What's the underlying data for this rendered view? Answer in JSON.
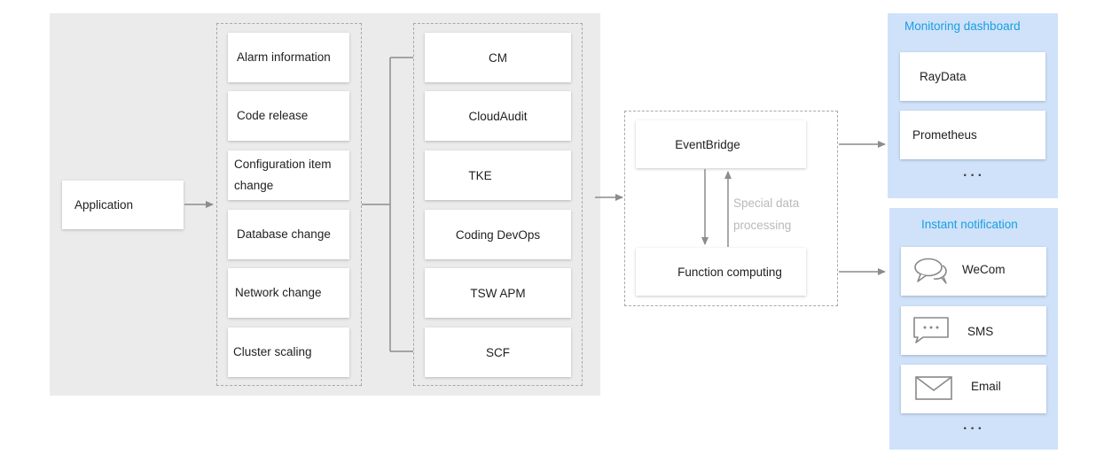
{
  "application": {
    "label": "Application"
  },
  "event_types": [
    {
      "label": "Alarm information"
    },
    {
      "label": "Code release"
    },
    {
      "label": "Configuration item change"
    },
    {
      "label": "Database change"
    },
    {
      "label": "Network change"
    },
    {
      "label": "Cluster scaling"
    }
  ],
  "sources": [
    {
      "label": "CM"
    },
    {
      "label": "CloudAudit"
    },
    {
      "label": "TKE"
    },
    {
      "label": "Coding DevOps"
    },
    {
      "label": "TSW APM"
    },
    {
      "label": "SCF"
    }
  ],
  "processing": {
    "eventbridge": "EventBridge",
    "function_computing": "Function computing",
    "special_note": "Special data processing"
  },
  "monitoring": {
    "title": "Monitoring dashboard",
    "items": [
      {
        "label": "RayData"
      },
      {
        "label": "Prometheus"
      }
    ],
    "more": "···"
  },
  "notification": {
    "title": "Instant notification",
    "items": [
      {
        "label": "WeCom",
        "icon": "chat-bubbles-icon"
      },
      {
        "label": "SMS",
        "icon": "message-icon"
      },
      {
        "label": "Email",
        "icon": "envelope-icon"
      }
    ],
    "more": "···"
  },
  "colors": {
    "panel_gray": "#ebebeb",
    "panel_blue": "#cfe2fa",
    "title_blue": "#1a9ee0",
    "line_gray": "#8c8c8c"
  }
}
